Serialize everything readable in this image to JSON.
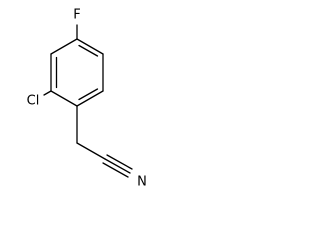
{
  "molecule": {
    "atoms": {
      "fluorine": "F",
      "chlorine": "Cl",
      "nitrogen": "N"
    }
  }
}
